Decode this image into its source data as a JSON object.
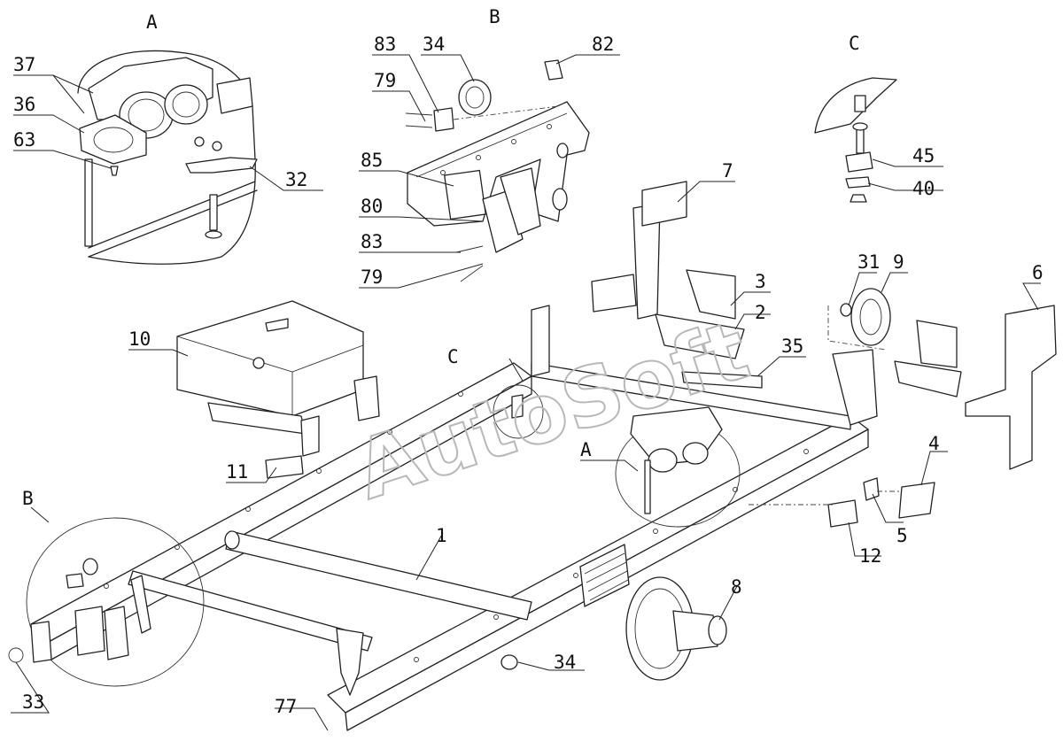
{
  "watermark": "AutoSoft",
  "views": [
    {
      "id": "A",
      "label": "A"
    },
    {
      "id": "B",
      "label": "B"
    },
    {
      "id": "C",
      "label": "C"
    }
  ],
  "parts": [
    {
      "id": "p37",
      "label": "37"
    },
    {
      "id": "p36",
      "label": "36"
    },
    {
      "id": "p63",
      "label": "63"
    },
    {
      "id": "p32",
      "label": "32"
    },
    {
      "id": "p83a",
      "label": "83"
    },
    {
      "id": "p34a",
      "label": "34"
    },
    {
      "id": "p82",
      "label": "82"
    },
    {
      "id": "p79a",
      "label": "79"
    },
    {
      "id": "p85",
      "label": "85"
    },
    {
      "id": "p80",
      "label": "80"
    },
    {
      "id": "p83b",
      "label": "83"
    },
    {
      "id": "p79b",
      "label": "79"
    },
    {
      "id": "p7",
      "label": "7"
    },
    {
      "id": "p45",
      "label": "45"
    },
    {
      "id": "p40",
      "label": "40"
    },
    {
      "id": "p31",
      "label": "31"
    },
    {
      "id": "p9",
      "label": "9"
    },
    {
      "id": "p6",
      "label": "6"
    },
    {
      "id": "p3",
      "label": "3"
    },
    {
      "id": "p2",
      "label": "2"
    },
    {
      "id": "p35",
      "label": "35"
    },
    {
      "id": "p10",
      "label": "10"
    },
    {
      "id": "pC2",
      "label": "C"
    },
    {
      "id": "pA2",
      "label": "A"
    },
    {
      "id": "p4",
      "label": "4"
    },
    {
      "id": "p11",
      "label": "11"
    },
    {
      "id": "p5",
      "label": "5"
    },
    {
      "id": "p12",
      "label": "12"
    },
    {
      "id": "pB2",
      "label": "B"
    },
    {
      "id": "p1",
      "label": "1"
    },
    {
      "id": "p8",
      "label": "8"
    },
    {
      "id": "p34b",
      "label": "34"
    },
    {
      "id": "p33",
      "label": "33"
    },
    {
      "id": "p77",
      "label": "77"
    }
  ]
}
